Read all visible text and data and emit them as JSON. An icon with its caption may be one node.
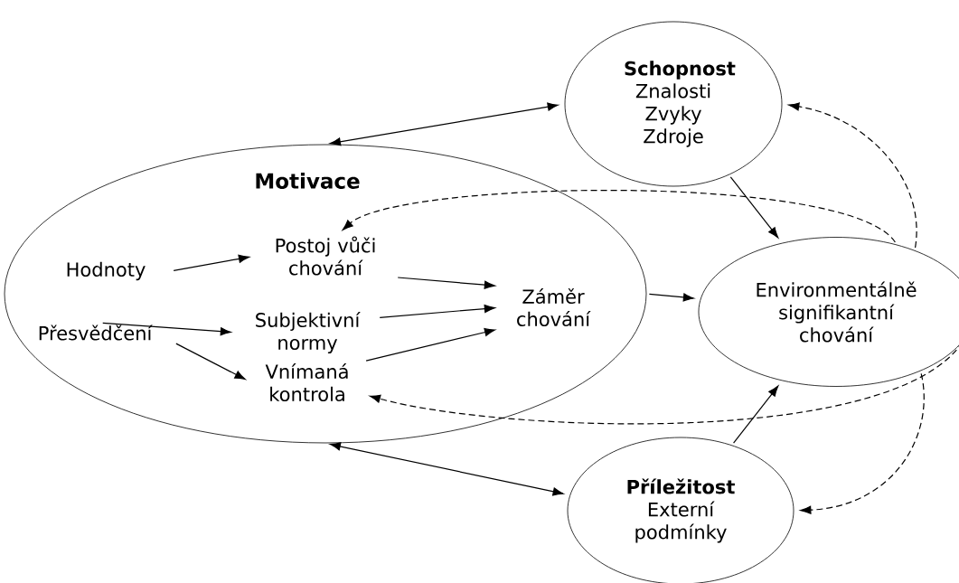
{
  "diagram": {
    "nodes": [
      {
        "text": [
          "Motivace"
        ]
      },
      {
        "text": [
          "Hodnoty"
        ],
        "in": 0
      },
      {
        "text": [
          "Přesvědčení"
        ],
        "in": 0
      },
      {
        "text": [
          "Postoj vůči chování"
        ],
        "in": 0
      },
      {
        "text": [
          "Subjektivní normy"
        ],
        "in": 0
      },
      {
        "text": [
          "Vnímaná kontrola"
        ],
        "in": 0
      },
      {
        "text": [
          "Záměr chování"
        ],
        "in": 0
      },
      {
        "text": [
          "Schopnost",
          "Znalosti Zvyky Zdroje"
        ]
      },
      {
        "text": [
          "Environmentálně signifikantní chování"
        ]
      },
      {
        "text": [
          "Příležitost",
          "Externí podmínky"
        ]
      }
    ],
    "edges": [
      {
        "from": 1,
        "to": 3,
        "arrow": "to"
      },
      {
        "from": 2,
        "to": 4,
        "arrow": "to"
      },
      {
        "from": 2,
        "to": 5,
        "arrow": "to"
      },
      {
        "from": 3,
        "to": 6,
        "arrow": "to"
      },
      {
        "from": 4,
        "to": 6,
        "arrow": "to"
      },
      {
        "from": 5,
        "to": 6,
        "arrow": "to"
      },
      {
        "from": 0,
        "to": 7,
        "arrow": "both"
      },
      {
        "from": 0,
        "to": 9,
        "arrow": "both"
      },
      {
        "from": 0,
        "to": 8,
        "arrow": "to"
      },
      {
        "from": 7,
        "to": 8,
        "arrow": "to"
      },
      {
        "from": 9,
        "to": 8,
        "arrow": "to"
      },
      {
        "from": 8,
        "to": 7,
        "arrow": "to",
        "style": "dashed"
      },
      {
        "from": 8,
        "to": 3,
        "arrow": "to",
        "style": "dashed"
      },
      {
        "from": 8,
        "to": 5,
        "arrow": "to",
        "style": "dashed"
      },
      {
        "from": 8,
        "to": 9,
        "arrow": "to",
        "style": "dashed"
      }
    ]
  }
}
